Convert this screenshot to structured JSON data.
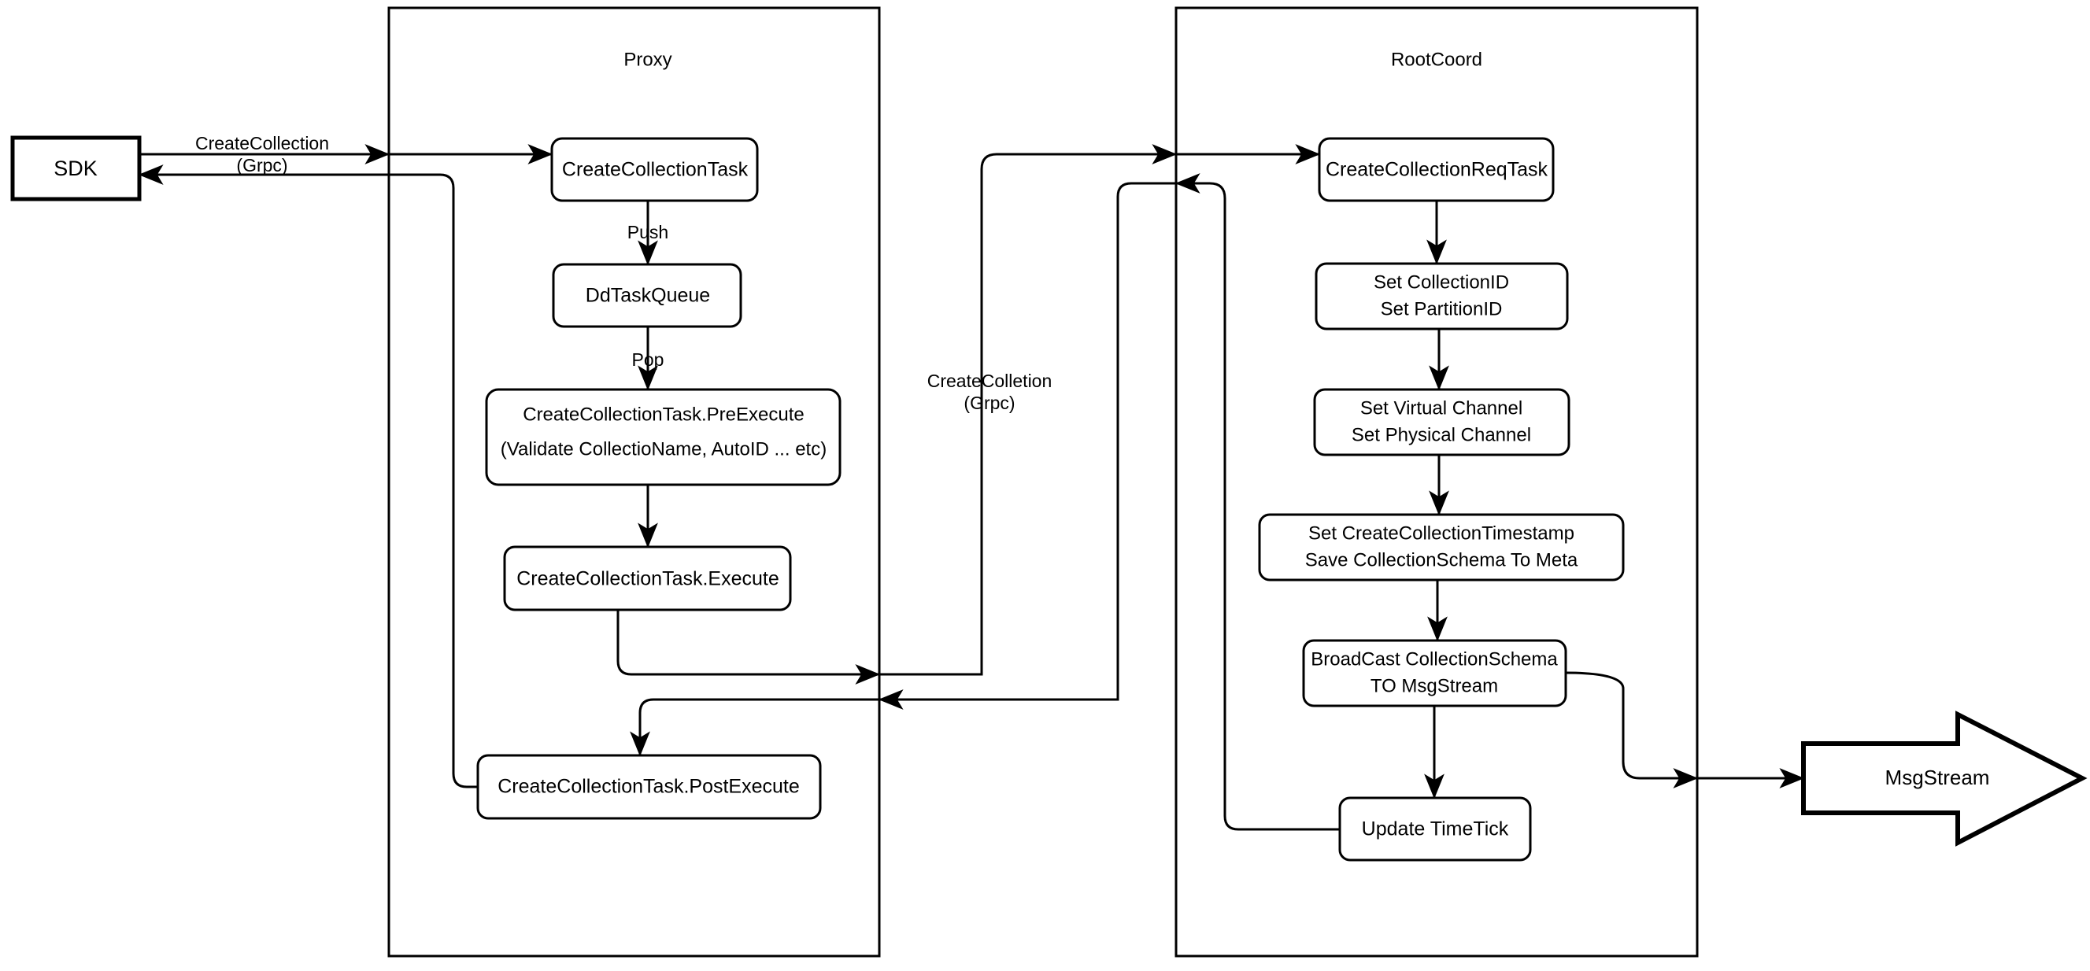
{
  "diagram": {
    "title": "CreateCollection flow",
    "background_color": "#ffffff",
    "line_color": "#000000"
  },
  "containers": [
    {
      "id": "proxy",
      "title": "Proxy"
    },
    {
      "id": "rootcoord",
      "title": "RootCoord"
    }
  ],
  "external_nodes": {
    "sdk": {
      "label": "SDK"
    },
    "msgstream": {
      "label": "MsgStream"
    }
  },
  "proxy_nodes": [
    {
      "id": "create-collection-task",
      "label": "CreateCollectionTask"
    },
    {
      "id": "dd-task-queue",
      "label": "DdTaskQueue"
    },
    {
      "id": "pre-execute",
      "line1": "CreateCollectionTask.PreExecute",
      "line2": "(Validate CollectioName, AutoID ... etc)"
    },
    {
      "id": "execute",
      "label": "CreateCollectionTask.Execute"
    },
    {
      "id": "post-execute",
      "label": "CreateCollectionTask.PostExecute"
    }
  ],
  "rootcoord_nodes": [
    {
      "id": "create-collection-req-task",
      "label": "CreateCollectionReqTask"
    },
    {
      "id": "set-ids",
      "line1": "Set CollectionID",
      "line2": "Set PartitionID"
    },
    {
      "id": "set-channels",
      "line1": "Set Virtual Channel",
      "line2": "Set Physical Channel"
    },
    {
      "id": "set-timestamp",
      "line1": "Set CreateCollectionTimestamp",
      "line2": "Save CollectionSchema To Meta"
    },
    {
      "id": "broadcast",
      "line1": "BroadCast CollectionSchema",
      "line2": "TO MsgStream"
    },
    {
      "id": "update-timetick",
      "label": "Update TimeTick"
    }
  ],
  "edge_labels": {
    "sdk_to_proxy": {
      "line1": "CreateCollection",
      "line2": "(Grpc)"
    },
    "push": "Push",
    "pop": "Pop",
    "proxy_to_rootcoord": {
      "line1": "CreateColletion",
      "line2": "(Grpc)"
    }
  }
}
